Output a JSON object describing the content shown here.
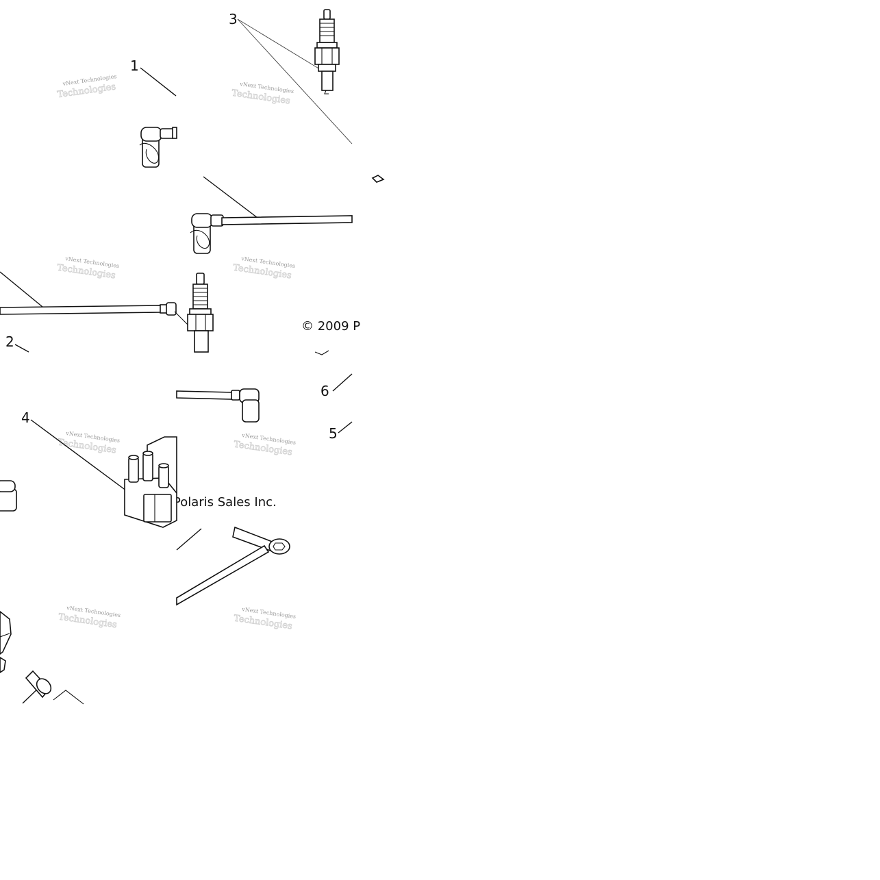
{
  "diagram": {
    "callouts": [
      "1",
      "2",
      "3",
      "4",
      "5",
      "6"
    ],
    "copyright_top": "© 2009 P",
    "copyright_bottom": "Polaris Sales Inc.",
    "watermark_line1": "vNext Technologies",
    "watermark_line2": "Technologies"
  }
}
